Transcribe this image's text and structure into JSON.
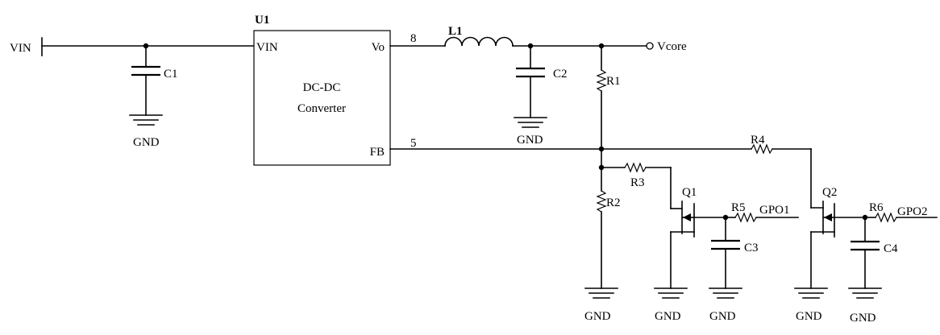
{
  "ic": {
    "ref": "U1",
    "title_line1": "DC-DC",
    "title_line2": "Converter",
    "pin_vin": "VIN",
    "pin_vo": "Vo",
    "pin_fb": "FB",
    "pin_vo_num": "8",
    "pin_fb_num": "5"
  },
  "nets": {
    "vin": "VIN",
    "vcore": "Vcore",
    "gpo1": "GPO1",
    "gpo2": "GPO2",
    "gnd": "GND"
  },
  "components": {
    "c1": "C1",
    "c2": "C2",
    "c3": "C3",
    "c4": "C4",
    "l1": "L1",
    "r1": "R1",
    "r2": "R2",
    "r3": "R3",
    "r4": "R4",
    "r5": "R5",
    "r6": "R6",
    "q1": "Q1",
    "q2": "Q2"
  }
}
